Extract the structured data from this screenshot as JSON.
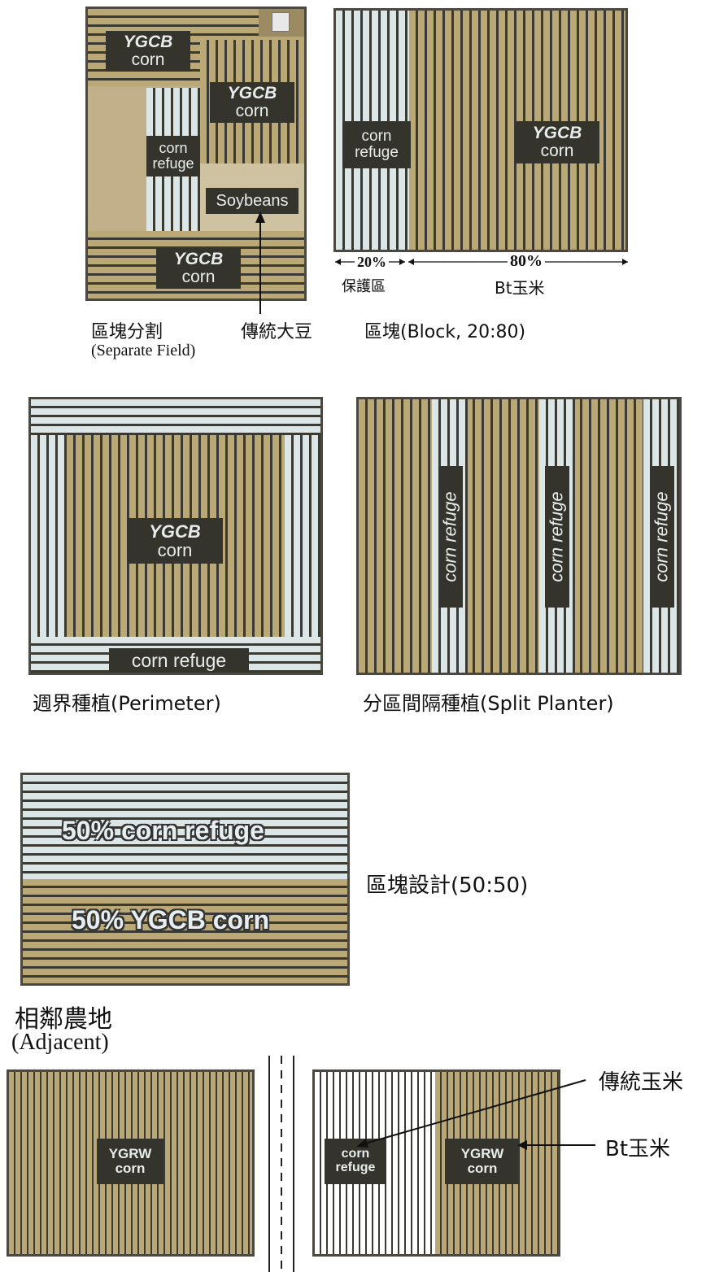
{
  "panel_separate": {
    "top_label_1": "YGCB",
    "top_label_2": "corn",
    "mid_label_1": "YGCB",
    "mid_label_2": "corn",
    "refuge_1": "corn",
    "refuge_2": "refuge",
    "soy": "Soybeans",
    "bottom_label_1": "YGCB",
    "bottom_label_2": "corn",
    "caption_zh": "區塊分割",
    "caption_en": "(Separate Field)",
    "soy_caption": "傳統大豆"
  },
  "panel_block": {
    "refuge_1": "corn",
    "refuge_2": "refuge",
    "bt_1": "YGCB",
    "bt_2": "corn",
    "pct_left": "20%",
    "pct_right": "80%",
    "zone_left": "保護區",
    "zone_right": "Bt玉米",
    "caption": "區塊(Block, 20:80)"
  },
  "panel_perimeter": {
    "center_1": "YGCB",
    "center_2": "corn",
    "bottom_label": "corn refuge",
    "caption": "週界種植(Perimeter)"
  },
  "panel_split": {
    "strips": [
      "corn refuge",
      "corn refuge",
      "corn refuge"
    ],
    "caption": "分區間隔種植(Split Planter)"
  },
  "panel_5050": {
    "refuge_text": "50% corn refuge",
    "corn_text": "50% YGCB corn",
    "caption": "區塊設計(50:50)"
  },
  "panel_adjacent": {
    "title_zh": "相鄰農地",
    "title_en": "(Adjacent)",
    "left_1": "YGRW",
    "left_2": "corn",
    "refuge_1": "corn",
    "refuge_2": "refuge",
    "right_1": "YGRW",
    "right_2": "corn",
    "arrow_conventional": "傳統玉米",
    "arrow_bt": "Bt玉米"
  }
}
